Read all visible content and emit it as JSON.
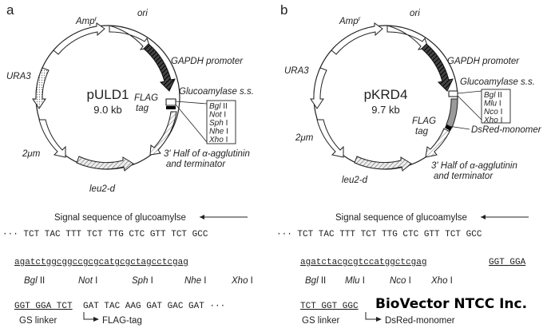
{
  "panel_a": {
    "letter": "a",
    "plasmid_name": "pULD1",
    "plasmid_size": "9.0 kb",
    "labels": {
      "amp": "Amp",
      "amp_sup": "r",
      "ori": "ori",
      "gapdh": "GAPDH promoter",
      "glucoamylase": "Glucoamylase s.s.",
      "flag_line1": "FLAG",
      "flag_line2": "tag",
      "agglutinin_line1": "3' Half of α-agglutinin",
      "agglutinin_line2": "and terminator",
      "leu2d": "leu2-d",
      "two_micron": "2μm",
      "ura3": "URA3"
    },
    "sites": [
      "Bgl II",
      "Not I",
      "Sph I",
      "Nhe I",
      "Xho I"
    ],
    "signal_label": "Signal sequence of glucoamylse",
    "dna_top": "··· TCT TAC TTT TCT TTG CTC GTT TCT GCC",
    "mcs_seq": "agatctggcggccgcgcatgcgctagcctcgag",
    "mcs_sites": [
      {
        "name": "Bgl",
        "num": "II"
      },
      {
        "name": "Not",
        "num": "I"
      },
      {
        "name": "Sph",
        "num": "I"
      },
      {
        "name": "Nhe",
        "num": "I"
      },
      {
        "name": "Xho",
        "num": "I"
      }
    ],
    "linker_seq": "GGT GGA TCT",
    "flag_seq": "GAT TAC AAG GAT GAC GAT ···",
    "gs_label": "GS linker",
    "flag_arrow_label": "FLAG-tag"
  },
  "panel_b": {
    "letter": "b",
    "plasmid_name": "pKRD4",
    "plasmid_size": "9.7 kb",
    "labels": {
      "amp": "Amp",
      "amp_sup": "r",
      "ori": "ori",
      "gapdh": "GAPDH promoter",
      "glucoamylase": "Glucoamylase s.s.",
      "flag_line1": "FLAG",
      "flag_line2": "tag",
      "dsred": "DsRed-monomer",
      "agglutinin_line1": "3' Half of α-agglutinin",
      "agglutinin_line2": "and terminator",
      "leu2d": "leu2-d",
      "two_micron": "2μm",
      "ura3": "URA3"
    },
    "sites": [
      "Bgl II",
      "Mlu I",
      "Nco I",
      "Xho I"
    ],
    "signal_label": "Signal sequence of glucoamylse",
    "dna_top": "··· TCT TAC TTT TCT TTG CTC GTT TCT GCC",
    "mcs_seq": "agatctacgcgtccatggctcgag",
    "mcs_tail": "GGT GGA",
    "mcs_sites": [
      {
        "name": "Bgl",
        "num": "II"
      },
      {
        "name": "Mlu",
        "num": "I"
      },
      {
        "name": "Nco",
        "num": "I"
      },
      {
        "name": "Xho",
        "num": "I"
      }
    ],
    "linker_seq": "TCT GGT GGC",
    "gs_label": "GS linker",
    "dsred_arrow_label": "DsRed-monomer"
  },
  "watermark": "BioVector NTCC Inc."
}
